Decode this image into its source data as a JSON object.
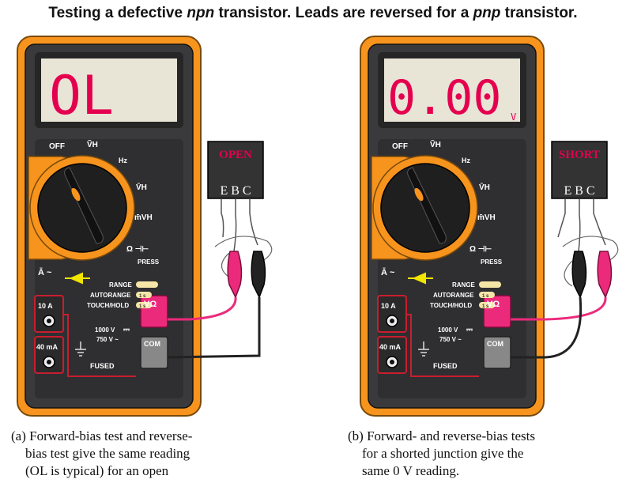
{
  "title": {
    "part1": "Testing a defective ",
    "npn": "npn",
    "part2": " transistor.  Leads are reversed for a ",
    "pnp": "pnp",
    "part3": " transistor."
  },
  "meter_a": {
    "display": "OL",
    "display_unit": "",
    "transistor_label": "OPEN",
    "pins": "E B C",
    "caption": [
      "(a) Forward-bias test and reverse-",
      "bias test give the same reading",
      "(OL is typical) for an open"
    ]
  },
  "meter_b": {
    "display": "0.00",
    "display_unit": "V",
    "transistor_label": "SHORT",
    "pins": "E B C",
    "caption": [
      "(b) Forward- and reverse-bias tests",
      "for a shorted junction give the",
      "same 0 V reading."
    ]
  },
  "meter_labels": {
    "off": "OFF",
    "vh_top": "ṼH",
    "hz": "Hz",
    "vdc_h": "V̄H",
    "mv_h": "m̄VH",
    "ohm_cap": "Ω ⊣⊢",
    "diode_ac": "Ā ~",
    "press": "PRESS",
    "range": "RANGE",
    "autorange": "AUTORANGE",
    "touch_hold": "TOUCH/HOLD",
    "badge": "1 s",
    "a10": "10 A",
    "ma40": "40 mA",
    "vohm": "VΩ",
    "com": "COM",
    "fused": "FUSED",
    "v1000": "1000 V",
    "v750": "750 V ~",
    "dc_sym": "⎓"
  },
  "colors": {
    "case_orange": "#f7941d",
    "panel_dark": "#3a3a3c",
    "lcd_bg": "#e8e4d6",
    "lcd_digits": "#e5004f",
    "probe_red": "#ec2a7b",
    "probe_black": "#222222",
    "transistor_body": "#333333"
  }
}
